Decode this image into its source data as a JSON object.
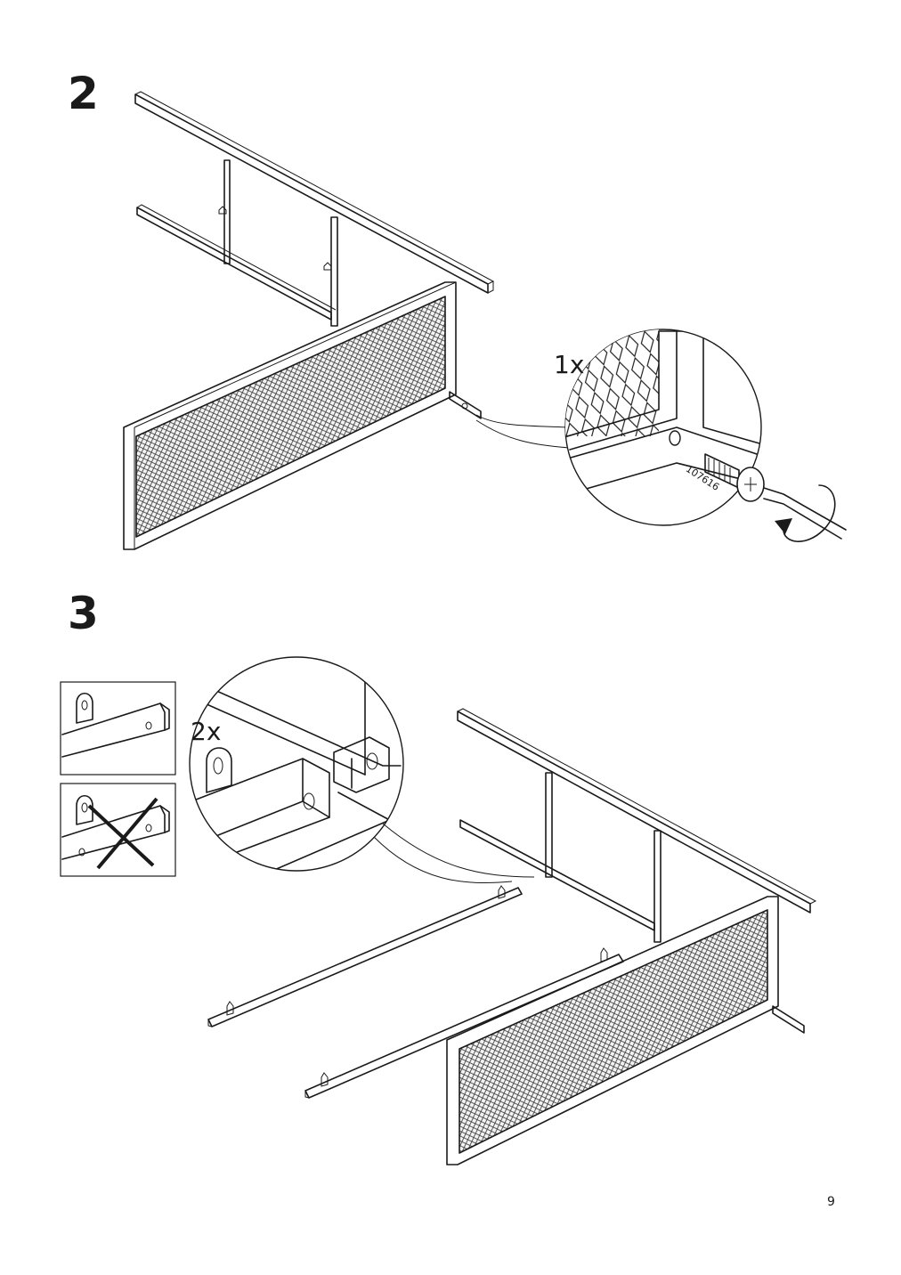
{
  "step2": {
    "number": "2",
    "quantity": "1x",
    "part_number": "107616"
  },
  "step3": {
    "number": "3",
    "quantity": "2x"
  },
  "page": {
    "number": "9"
  }
}
